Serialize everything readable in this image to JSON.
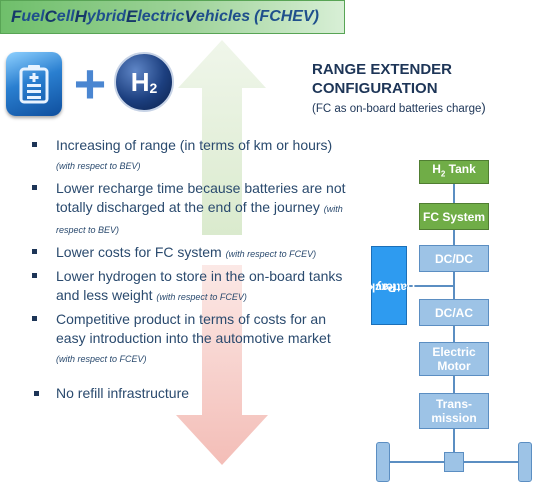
{
  "banner": {
    "word1_initial": "F",
    "word1_rest": "uel ",
    "word2_initial": "C",
    "word2_rest": "ell ",
    "word3_initial": "H",
    "word3_rest": "ybrid ",
    "word4_initial": "E",
    "word4_rest": "lectric ",
    "word5_initial": "V",
    "word5_rest": "ehicles ",
    "abbr": "(FCHEV)"
  },
  "icons": {
    "battery": "battery-icon",
    "plus": "+",
    "h2_main": "H",
    "h2_sub": "2"
  },
  "heading": {
    "title_line1": "RANGE EXTENDER",
    "title_line2": "CONFIGURATION",
    "subtitle_main": "(FC as on-board batteries charge",
    "subtitle_end": ")"
  },
  "bullets": [
    {
      "text": "Increasing of range (in terms of km or hours) ",
      "note": "(with respect to BEV)"
    },
    {
      "text": "Lower recharge time because batteries are not totally discharged at the end of the journey ",
      "note": "(with respect to BEV)"
    },
    {
      "text": "Lower costs for FC system ",
      "note": "(with respect to FCEV)"
    },
    {
      "text": "Lower hydrogen to store in the on-board tanks and less weight ",
      "note": "(with respect to FCEV)"
    },
    {
      "text": "Competitive product in terms of costs for an easy introduction into the automotive market ",
      "note": "(with respect to FCEV)"
    }
  ],
  "bullet_negative": "No refill infrastructure",
  "diagram": {
    "h2tank_main": "H",
    "h2tank_sub": "2",
    "h2tank_rest": " Tank",
    "fc_system": "FC System",
    "dcdc": "DC/DC",
    "dcac": "DC/AC",
    "motor_line1": "Electric",
    "motor_line2": "Motor",
    "trans_line1": "Trans-",
    "trans_line2": "mission",
    "battery_line1": "Battery",
    "battery_line2": "Pack"
  },
  "colors": {
    "banner_green": "#70ad47",
    "block_green": "#70ad47",
    "block_blue": "#9dc3e6",
    "battery_blue": "#2e9bf0",
    "text_navy": "#1d3557",
    "arrow_up": "#e3efd9",
    "arrow_down": "#f6d0cc"
  }
}
